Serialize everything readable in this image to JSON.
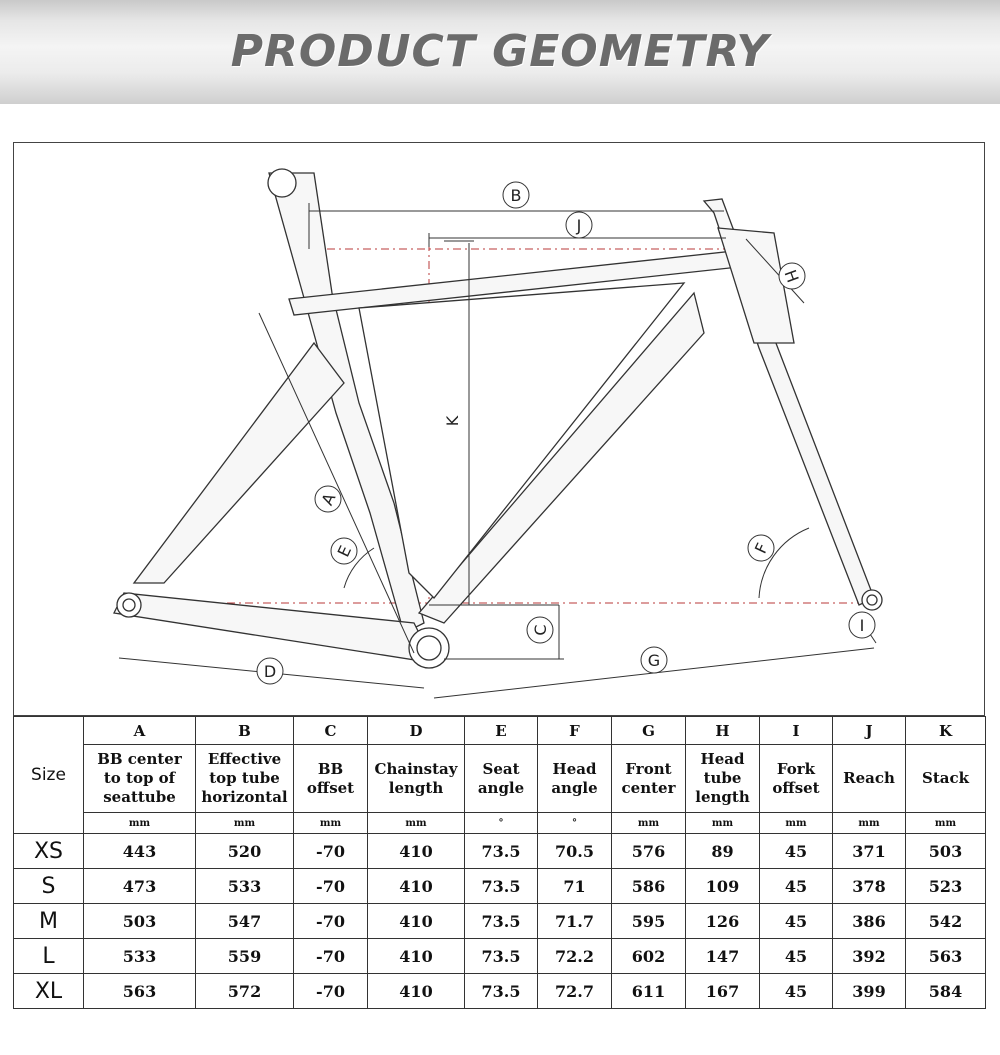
{
  "banner": {
    "title": "PRODUCT GEOMETRY"
  },
  "diagram": {
    "labels": [
      "A",
      "B",
      "C",
      "D",
      "E",
      "F",
      "G",
      "H",
      "I",
      "J",
      "K"
    ]
  },
  "table": {
    "size_header": "Size",
    "columns": [
      {
        "letter": "A",
        "desc": [
          "BB center",
          "to top of",
          "seattube"
        ],
        "unit": "mm"
      },
      {
        "letter": "B",
        "desc": [
          "Effective",
          "top tube",
          "horizontal"
        ],
        "unit": "mm"
      },
      {
        "letter": "C",
        "desc": [
          "BB",
          "offset"
        ],
        "unit": "mm"
      },
      {
        "letter": "D",
        "desc": [
          "Chainstay",
          "length"
        ],
        "unit": "mm"
      },
      {
        "letter": "E",
        "desc": [
          "Seat",
          "angle"
        ],
        "unit": "°"
      },
      {
        "letter": "F",
        "desc": [
          "Head",
          "angle"
        ],
        "unit": "°"
      },
      {
        "letter": "G",
        "desc": [
          "Front",
          "center"
        ],
        "unit": "mm"
      },
      {
        "letter": "H",
        "desc": [
          "Head",
          "tube",
          "length"
        ],
        "unit": "mm"
      },
      {
        "letter": "I",
        "desc": [
          "Fork",
          "offset"
        ],
        "unit": "mm"
      },
      {
        "letter": "J",
        "desc": [
          "Reach"
        ],
        "unit": "mm"
      },
      {
        "letter": "K",
        "desc": [
          "Stack"
        ],
        "unit": "mm"
      }
    ],
    "rows": [
      {
        "size": "XS",
        "values": [
          "443",
          "520",
          "-70",
          "410",
          "73.5",
          "70.5",
          "576",
          "89",
          "45",
          "371",
          "503"
        ]
      },
      {
        "size": "S",
        "values": [
          "473",
          "533",
          "-70",
          "410",
          "73.5",
          "71",
          "586",
          "109",
          "45",
          "378",
          "523"
        ]
      },
      {
        "size": "M",
        "values": [
          "503",
          "547",
          "-70",
          "410",
          "73.5",
          "71.7",
          "595",
          "126",
          "45",
          "386",
          "542"
        ]
      },
      {
        "size": "L",
        "values": [
          "533",
          "559",
          "-70",
          "410",
          "73.5",
          "72.2",
          "602",
          "147",
          "45",
          "392",
          "563"
        ]
      },
      {
        "size": "XL",
        "values": [
          "563",
          "572",
          "-70",
          "410",
          "73.5",
          "72.7",
          "611",
          "167",
          "45",
          "399",
          "584"
        ]
      }
    ]
  }
}
